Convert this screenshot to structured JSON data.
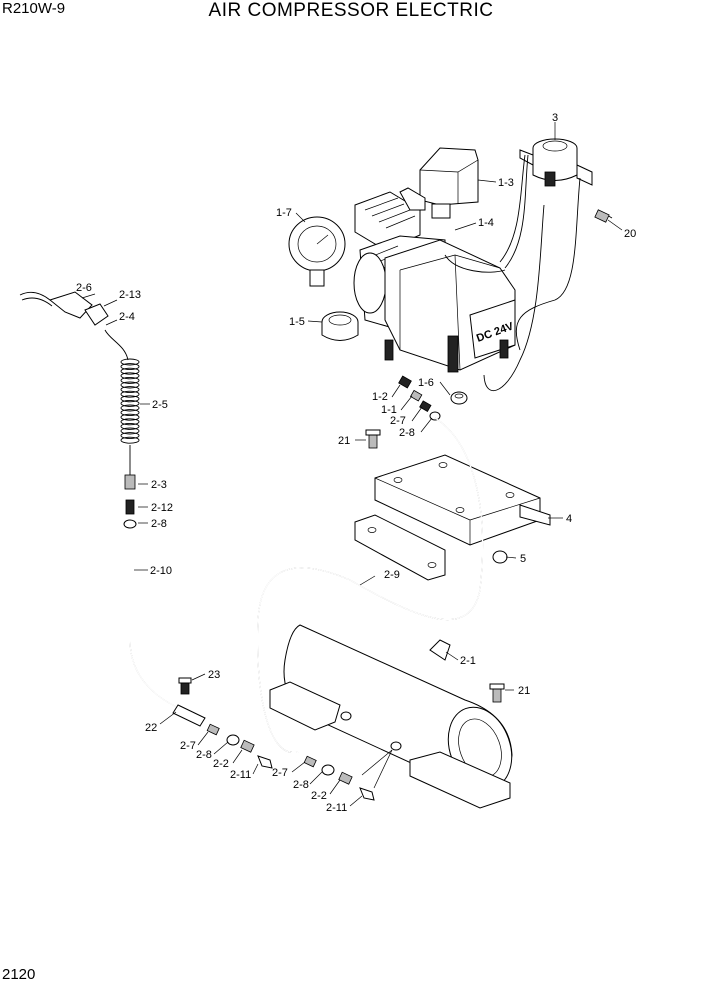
{
  "header": {
    "model": "R210W-9",
    "title": "AIR COMPRESSOR ELECTRIC"
  },
  "footer": {
    "page_number": "2120"
  },
  "compressor": {
    "plate_text": "DC 24V"
  },
  "callouts": {
    "c3": "3",
    "c1_3": "1-3",
    "c1_7": "1-7",
    "c1_4": "1-4",
    "c20": "20",
    "c1_5": "1-5",
    "c1_6": "1-6",
    "c1_2": "1-2",
    "c1_1": "1-1",
    "c2_7a": "2-7",
    "c2_8a": "2-8",
    "c21a": "21",
    "c4": "4",
    "c5": "5",
    "c2_6": "2-6",
    "c2_13": "2-13",
    "c2_4": "2-4",
    "c2_5": "2-5",
    "c2_3": "2-3",
    "c2_12": "2-12",
    "c2_8b": "2-8",
    "c2_10": "2-10",
    "c2_9": "2-9",
    "c2_1": "2-1",
    "c23": "23",
    "c21b": "21",
    "c22": "22",
    "c2_7b": "2-7",
    "c2_8c": "2-8",
    "c2_2a": "2-2",
    "c2_11a": "2-11",
    "c2_7c": "2-7",
    "c2_8d": "2-8",
    "c2_2b": "2-2",
    "c2_11b": "2-11"
  }
}
